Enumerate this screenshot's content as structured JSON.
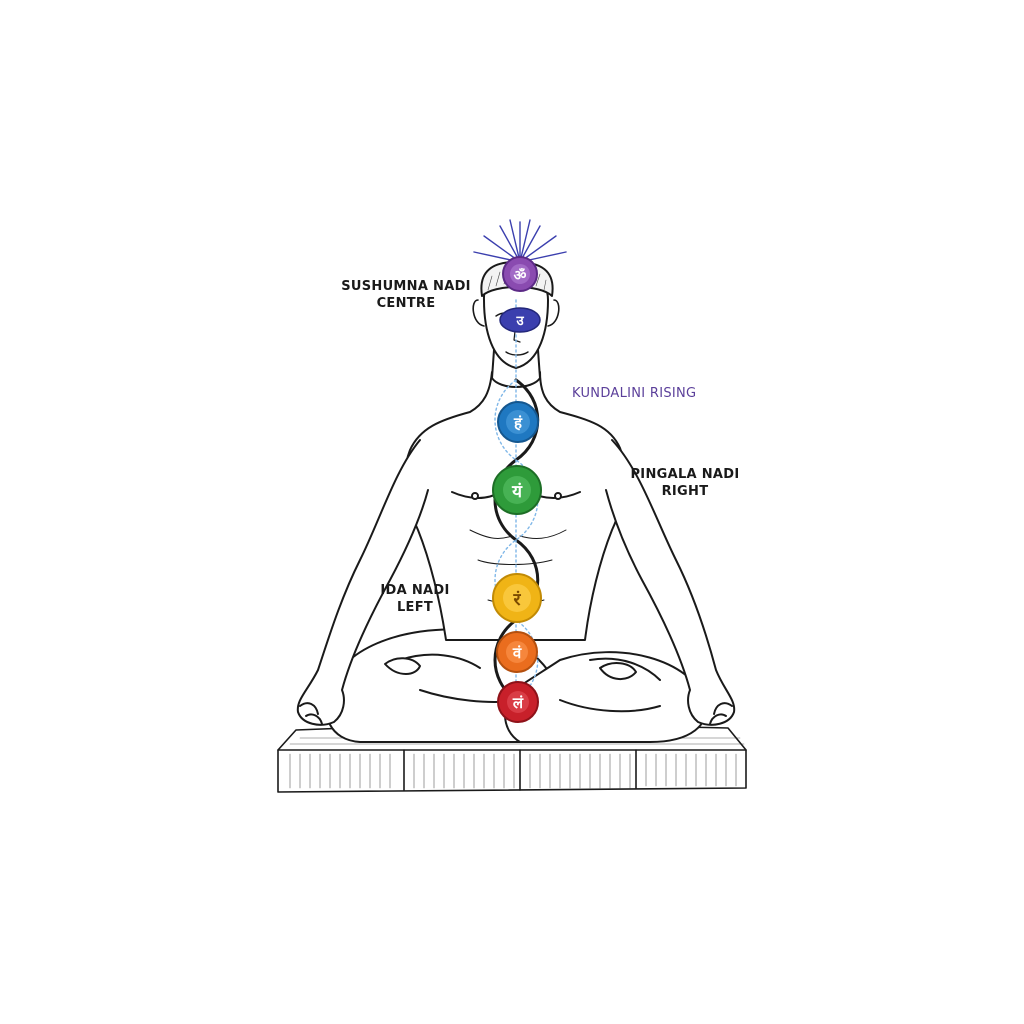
{
  "labels": {
    "sushumna": {
      "line1": "SUSHUMNA NADI",
      "line2": "CENTRE"
    },
    "kundalini": "KUNDALINI RISING",
    "pingala": {
      "line1": "PINGALA NADI",
      "line2": "RIGHT"
    },
    "ida": {
      "line1": "IDA NADI",
      "line2": "LEFT"
    }
  },
  "colors": {
    "ink": "#1a1a1a",
    "kundalini_text": "#5b3f9a",
    "crown": "#8a4bb0",
    "third_eye": "#3b3fae",
    "throat": "#1f78c1",
    "heart": "#2e9b3a",
    "solar_plexus": "#f0b416",
    "sacral": "#ea6d1e",
    "root": "#c8202a",
    "helix": "#7fb7e8"
  },
  "chakras": [
    {
      "name": "crown",
      "glyph": "ॐ",
      "color": "#8a4bb0"
    },
    {
      "name": "third-eye",
      "glyph": "उ",
      "color": "#3b3fae"
    },
    {
      "name": "throat",
      "glyph": "हं",
      "color": "#1f78c1"
    },
    {
      "name": "heart",
      "glyph": "यं",
      "color": "#2e9b3a"
    },
    {
      "name": "solar-plexus",
      "glyph": "रं",
      "color": "#f0b416"
    },
    {
      "name": "sacral",
      "glyph": "वं",
      "color": "#ea6d1e"
    },
    {
      "name": "root",
      "glyph": "लं",
      "color": "#c8202a"
    }
  ]
}
